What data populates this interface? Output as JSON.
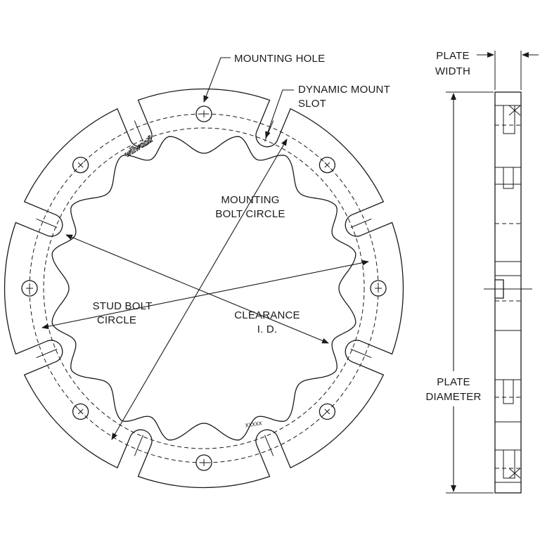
{
  "labels": {
    "mounting_hole": "MOUNTING HOLE",
    "dynamic_mount": "DYNAMIC MOUNT",
    "slot": "SLOT",
    "mounting": "MOUNTING",
    "bolt_circle": "BOLT CIRCLE",
    "stud_bolt": "STUD BOLT",
    "circle": "CIRCLE",
    "clearance": "CLEARANCE",
    "id": "I. D.",
    "plate_width_1": "PLATE",
    "plate_width_2": "WIDTH",
    "plate_diameter_1": "PLATE",
    "plate_diameter_2": "DIAMETER"
  },
  "brand_mark": "wilwood",
  "part_marking": "XXXXX",
  "colors": {
    "line": "#1a1a1a",
    "background": "#ffffff"
  }
}
